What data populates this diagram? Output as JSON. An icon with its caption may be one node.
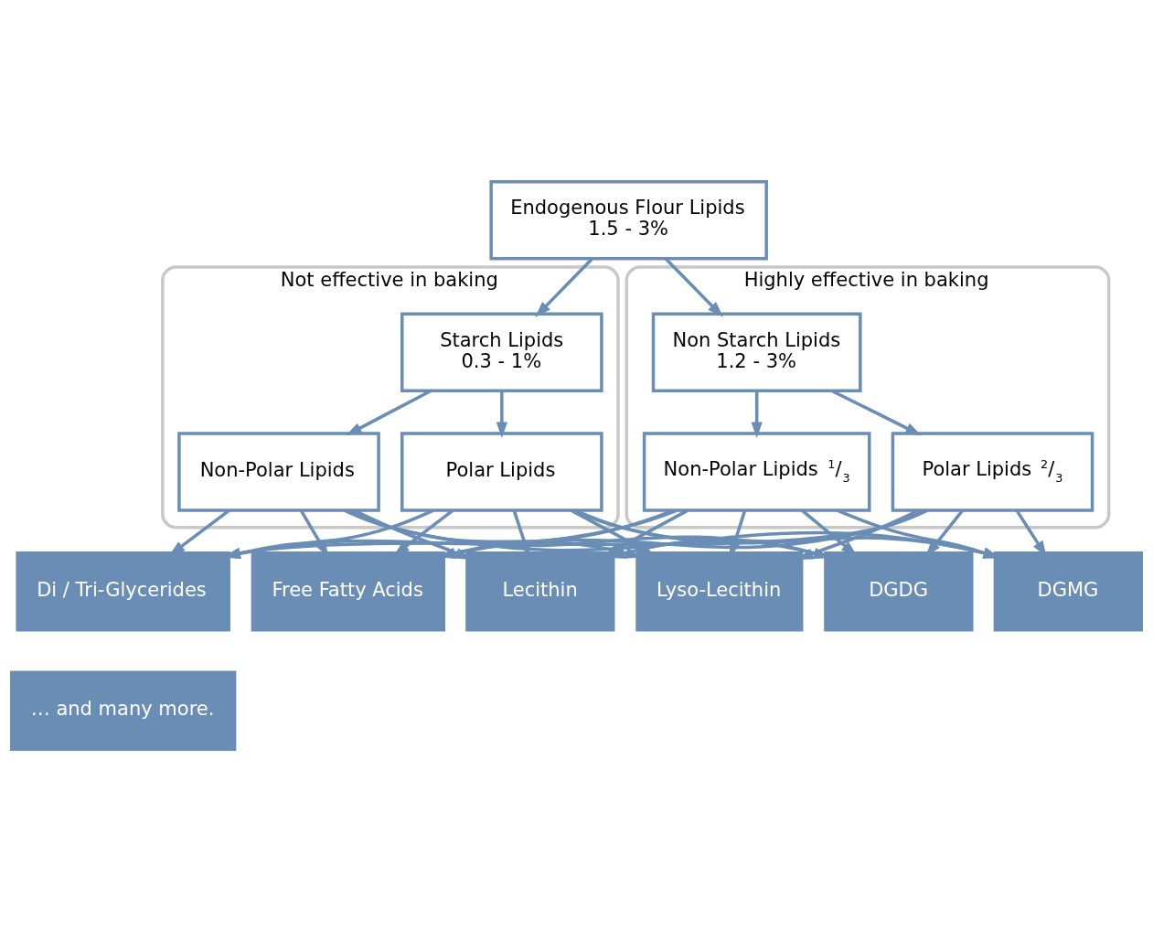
{
  "diagram": {
    "nodes": [
      {
        "text": [
          "Endogenous Flour Lipids",
          "1.5 - 3%"
        ]
      },
      {
        "text": [
          "Not effective in baking"
        ]
      },
      {
        "text": [
          "Starch Lipids",
          "0.3 - 1%"
        ],
        "in": 1
      },
      {
        "text": [
          "Non-Polar Lipids"
        ],
        "in": 1
      },
      {
        "text": [
          "Polar Lipids"
        ],
        "in": 1
      },
      {
        "text": [
          "Highly effective in baking"
        ]
      },
      {
        "text": [
          "Non Starch Lipids",
          "1.2 - 3%"
        ],
        "in": 5
      },
      {
        "text": [
          "Non-Polar Lipids $^{1}$/$_{3}$"
        ],
        "in": 5
      },
      {
        "text": [
          "Polar Lipids $^{2}$/$_{3}$"
        ],
        "in": 5
      },
      {
        "text": [
          "Di / Tri-Glycerides"
        ]
      },
      {
        "text": [
          "Free Fatty Acids"
        ]
      },
      {
        "text": [
          "Lecithin"
        ]
      },
      {
        "text": [
          "Lyso-Lecithin"
        ]
      },
      {
        "text": [
          "DGDG"
        ]
      },
      {
        "text": [
          "DGMG"
        ]
      },
      {
        "text": [
          "… and many more."
        ]
      }
    ],
    "edges": [
      {
        "from": 0,
        "to": 2,
        "arrow": "to"
      },
      {
        "from": 0,
        "to": 6,
        "arrow": "to"
      },
      {
        "from": 2,
        "to": 3,
        "arrow": "to"
      },
      {
        "from": 2,
        "to": 4,
        "arrow": "to"
      },
      {
        "from": 6,
        "to": 7,
        "arrow": "to"
      },
      {
        "from": 6,
        "to": 8,
        "arrow": "to"
      },
      {
        "from": 3,
        "to": 9,
        "arrow": "to"
      },
      {
        "from": 3,
        "to": 10,
        "arrow": "to"
      },
      {
        "from": 3,
        "to": 11,
        "arrow": "to"
      },
      {
        "from": 3,
        "to": 12,
        "arrow": "to"
      },
      {
        "from": 3,
        "to": 13,
        "arrow": "to"
      },
      {
        "from": 3,
        "to": 14,
        "arrow": "to"
      },
      {
        "from": 4,
        "to": 9,
        "arrow": "to"
      },
      {
        "from": 4,
        "to": 10,
        "arrow": "to"
      },
      {
        "from": 4,
        "to": 11,
        "arrow": "to"
      },
      {
        "from": 4,
        "to": 12,
        "arrow": "to"
      },
      {
        "from": 4,
        "to": 13,
        "arrow": "to"
      },
      {
        "from": 4,
        "to": 14,
        "arrow": "to"
      },
      {
        "from": 7,
        "to": 9,
        "arrow": "to"
      },
      {
        "from": 7,
        "to": 10,
        "arrow": "to"
      },
      {
        "from": 7,
        "to": 11,
        "arrow": "to"
      },
      {
        "from": 7,
        "to": 12,
        "arrow": "to"
      },
      {
        "from": 7,
        "to": 13,
        "arrow": "to"
      },
      {
        "from": 7,
        "to": 14,
        "arrow": "to"
      },
      {
        "from": 8,
        "to": 9,
        "arrow": "to"
      },
      {
        "from": 8,
        "to": 10,
        "arrow": "to"
      },
      {
        "from": 8,
        "to": 11,
        "arrow": "to"
      },
      {
        "from": 8,
        "to": 12,
        "arrow": "to"
      },
      {
        "from": 8,
        "to": 13,
        "arrow": "to"
      },
      {
        "from": 8,
        "to": 14,
        "arrow": "to"
      }
    ]
  }
}
